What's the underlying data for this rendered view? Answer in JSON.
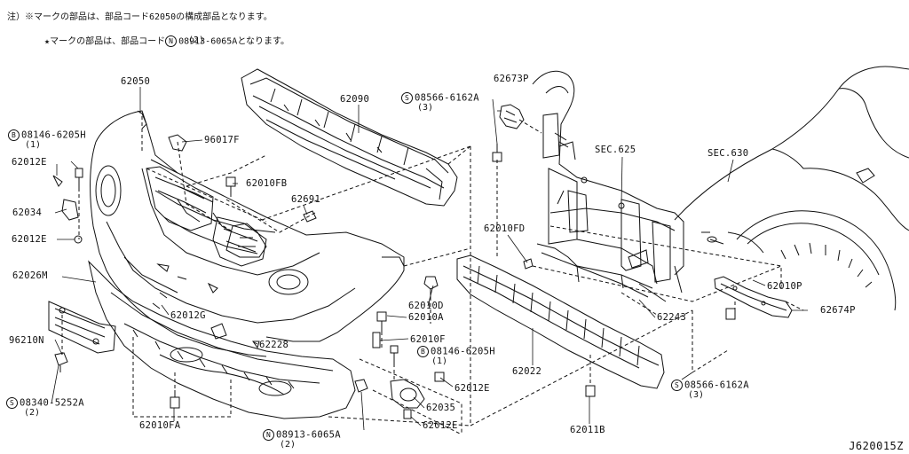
{
  "notes": {
    "line1": "注）※マークの部品は、部品コード62050の構成部品となります。",
    "line2": "★マークの部品は、部品コード",
    "line2_part": "08913-6065A",
    "line2_tail": "となります。",
    "line3": "(2)",
    "prefix_n": "N"
  },
  "refs": {
    "sec625": "SEC.625",
    "sec630": "SEC.630"
  },
  "parts": {
    "p62050": "62050",
    "p62090": "62090",
    "p62673P": "62673P",
    "p08566_top": "08566-6162A",
    "p08566_top_qty": "(3)",
    "p08146_top": "08146-6205H",
    "p08146_top_qty": "(1)",
    "p96017F": "96017F",
    "p62012E_a": "62012E",
    "p62010FB": "62010FB",
    "p62691": "62691",
    "p62034": "62034",
    "p62012E_b": "62012E",
    "p62010FD": "62010FD",
    "p62026M": "62026M",
    "p62010P": "62010P",
    "p62010D": "62010D",
    "p62010A": "62010A",
    "p62012G": "62012G",
    "p62243": "62243",
    "p62674P": "62674P",
    "p62228": "62228",
    "p62010F": "62010F",
    "p96210N": "96210N",
    "p08146_bot": "08146-6205H",
    "p08146_bot_qty": "(1)",
    "p62022": "62022",
    "p62012E_c": "62012E",
    "p08566_bot": "08566-6162A",
    "p08566_bot_qty": "(3)",
    "p08340": "08340-5252A",
    "p08340_qty": "(2)",
    "p62035": "62035",
    "p62010FA": "62010FA",
    "p62012E_d": "62012E",
    "p62011B": "62011B",
    "p08913": "08913-6065A",
    "p08913_qty": "(2)",
    "prefix_s": "S",
    "prefix_b": "B",
    "prefix_n": "N"
  },
  "diagram_code": "J620015Z"
}
